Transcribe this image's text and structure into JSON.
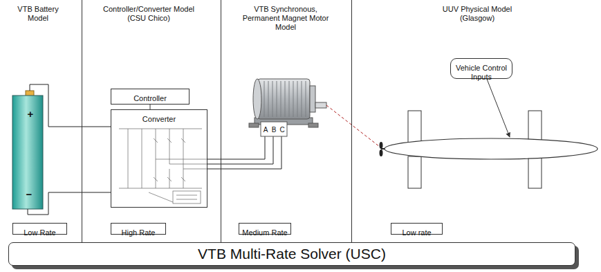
{
  "diagram": {
    "nodes": [
      {
        "text": [
          "VTB Battery Model"
        ]
      },
      {
        "text": [
          "Low Rate"
        ],
        "in": 0
      },
      {
        "text": [
          "Controller/Converter Model (CSU Chico)"
        ]
      },
      {
        "text": [
          "Controller"
        ],
        "in": 2
      },
      {
        "text": [
          "Converter"
        ],
        "in": 2
      },
      {
        "text": [
          "High Rate"
        ],
        "in": 2
      },
      {
        "text": [
          "VTB Synchronous, Permanent Magnet Motor Model"
        ]
      },
      {
        "text": [
          "Medium Rate"
        ],
        "in": 6
      },
      {
        "text": [
          "UUV Physical Model (Glasgow)"
        ]
      },
      {
        "text": [
          "Vehicle Control Inputs"
        ],
        "in": 8
      },
      {
        "text": [
          "Low rate"
        ],
        "in": 8
      },
      {
        "text": [
          "VTB Multi-Rate Solver (USC)"
        ]
      }
    ],
    "edges": [
      {
        "from": 3,
        "to": 4,
        "arrow": "none"
      }
    ],
    "labels": [
      "+",
      "−",
      "A",
      "B",
      "C"
    ]
  }
}
